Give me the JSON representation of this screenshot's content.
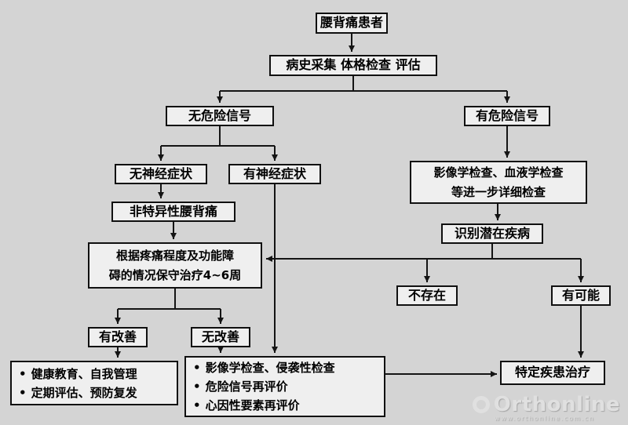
{
  "canvas": {
    "background_color": "#d4d4d4",
    "box_fill_color": "#efefef",
    "line_color": "#141414"
  },
  "nodes": {
    "patient": "腰背痛患者",
    "history": "病史采集 体格检查 评估",
    "no_red_flags": "无危险信号",
    "red_flags": "有危险信号",
    "no_neuro": "无神经症状",
    "neuro": "有神经症状",
    "nonspecific": "非特异性腰背痛",
    "conservative_line1": "根据疼痛程度及功能障",
    "conservative_line2": "碍的情况保守治疗4~6周",
    "imaging_line1": "影像学检查、血液学检查",
    "imaging_line2": "等进一步详细检查",
    "identify": "识别潜在疾病",
    "absent": "不存在",
    "possible": "有可能",
    "improved": "有改善",
    "not_improved": "无改善",
    "specific_treatment": "特定疾患治疗"
  },
  "lists": {
    "education": [
      "健康教育、自我管理",
      "定期评估、预防复发"
    ],
    "reevaluation": [
      "影像学检查、侵袭性检查",
      "危险信号再评价",
      "心因性要素再评价"
    ]
  },
  "glyphs": {
    "bullet": "•"
  },
  "watermark": {
    "brand": "Orthonline",
    "url": "www.orthonline.com.cn"
  }
}
